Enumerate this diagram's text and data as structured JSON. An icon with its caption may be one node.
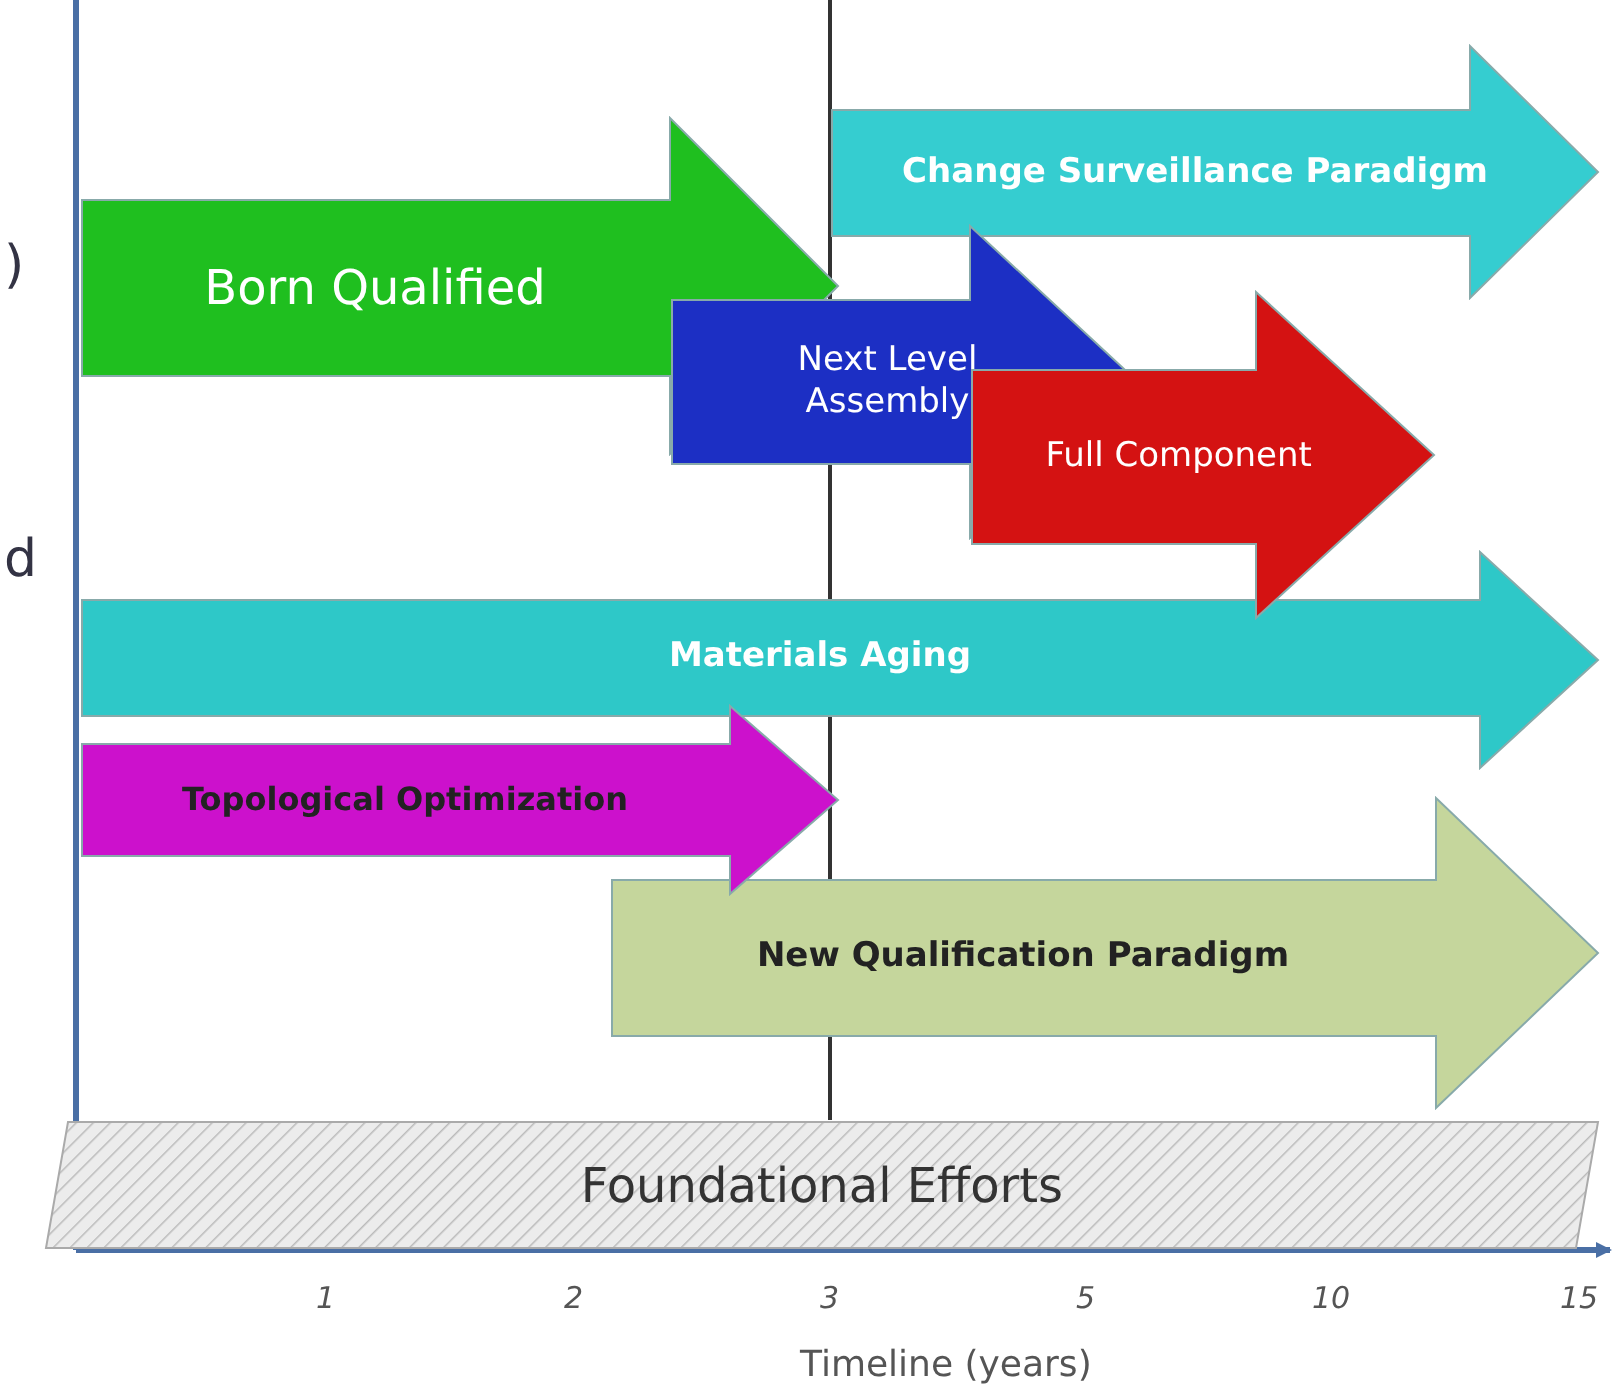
{
  "diagram": {
    "nodes": [
      {
        "text": [
          "Change Surveillance Paradigm"
        ]
      },
      {
        "text": [
          "Born Qualified"
        ]
      },
      {
        "text": [
          "Next Level Assembly"
        ]
      },
      {
        "text": [
          "Full Component"
        ]
      },
      {
        "text": [
          "Materials Aging"
        ]
      },
      {
        "text": [
          "Topological Optimization"
        ]
      },
      {
        "text": [
          "New Qualification Paradigm"
        ]
      },
      {
        "text": [
          "Foundational Efforts"
        ]
      }
    ],
    "labels": [
      ")",
      "d",
      "1",
      "2",
      "3",
      "5",
      "10",
      "15",
      "Timeline (years)"
    ]
  }
}
